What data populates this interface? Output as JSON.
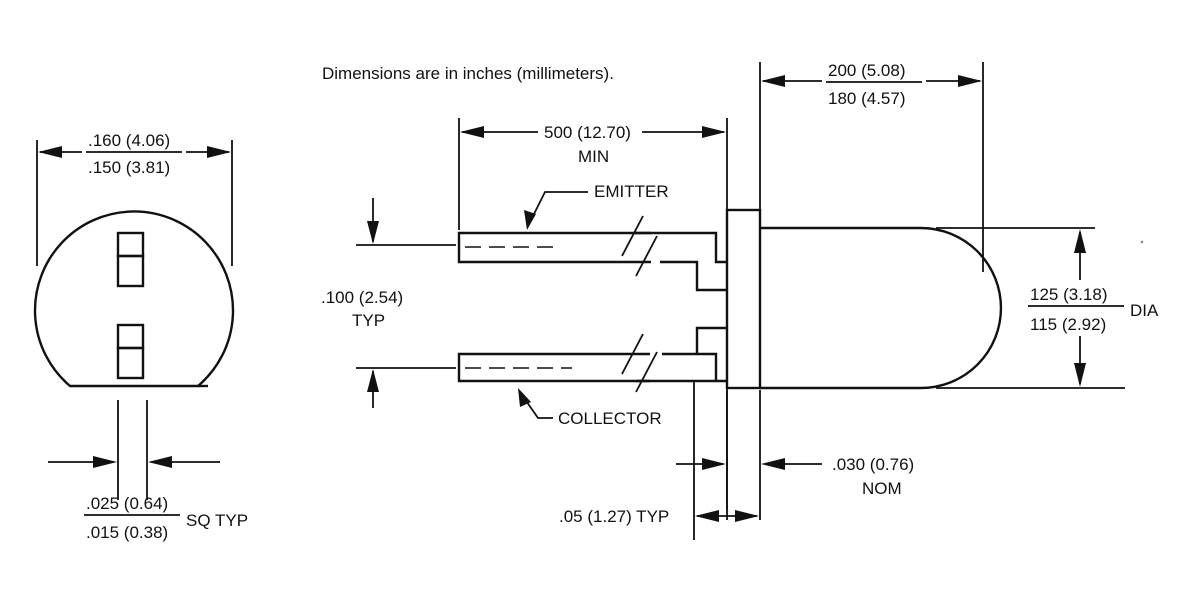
{
  "note": "Dimensions are in inches (millimeters).",
  "end_view": {
    "width_top": ".160 (4.06)",
    "width_bottom": ".150 (3.81)",
    "lead_top": ".025 (0.64)",
    "lead_bottom": ".015 (0.38)",
    "lead_suffix": "SQ TYP"
  },
  "side_view": {
    "lead_length": "500 (12.70)",
    "lead_length_note": "MIN",
    "body_length_top": "200 (5.08)",
    "body_length_bottom": "180 (4.57)",
    "emitter": "EMITTER",
    "collector": "COLLECTOR",
    "pitch": ".100 (2.54)",
    "pitch_note": "TYP",
    "diameter_top": "125 (3.18)",
    "diameter_bottom": "115 (2.92)",
    "diameter_suffix": "DIA",
    "flange": ".030 (0.76)",
    "flange_note": "NOM",
    "lead_offset": ".05 (1.27) TYP"
  },
  "colors": {
    "ink": "#111111",
    "paper": "#ffffff"
  }
}
